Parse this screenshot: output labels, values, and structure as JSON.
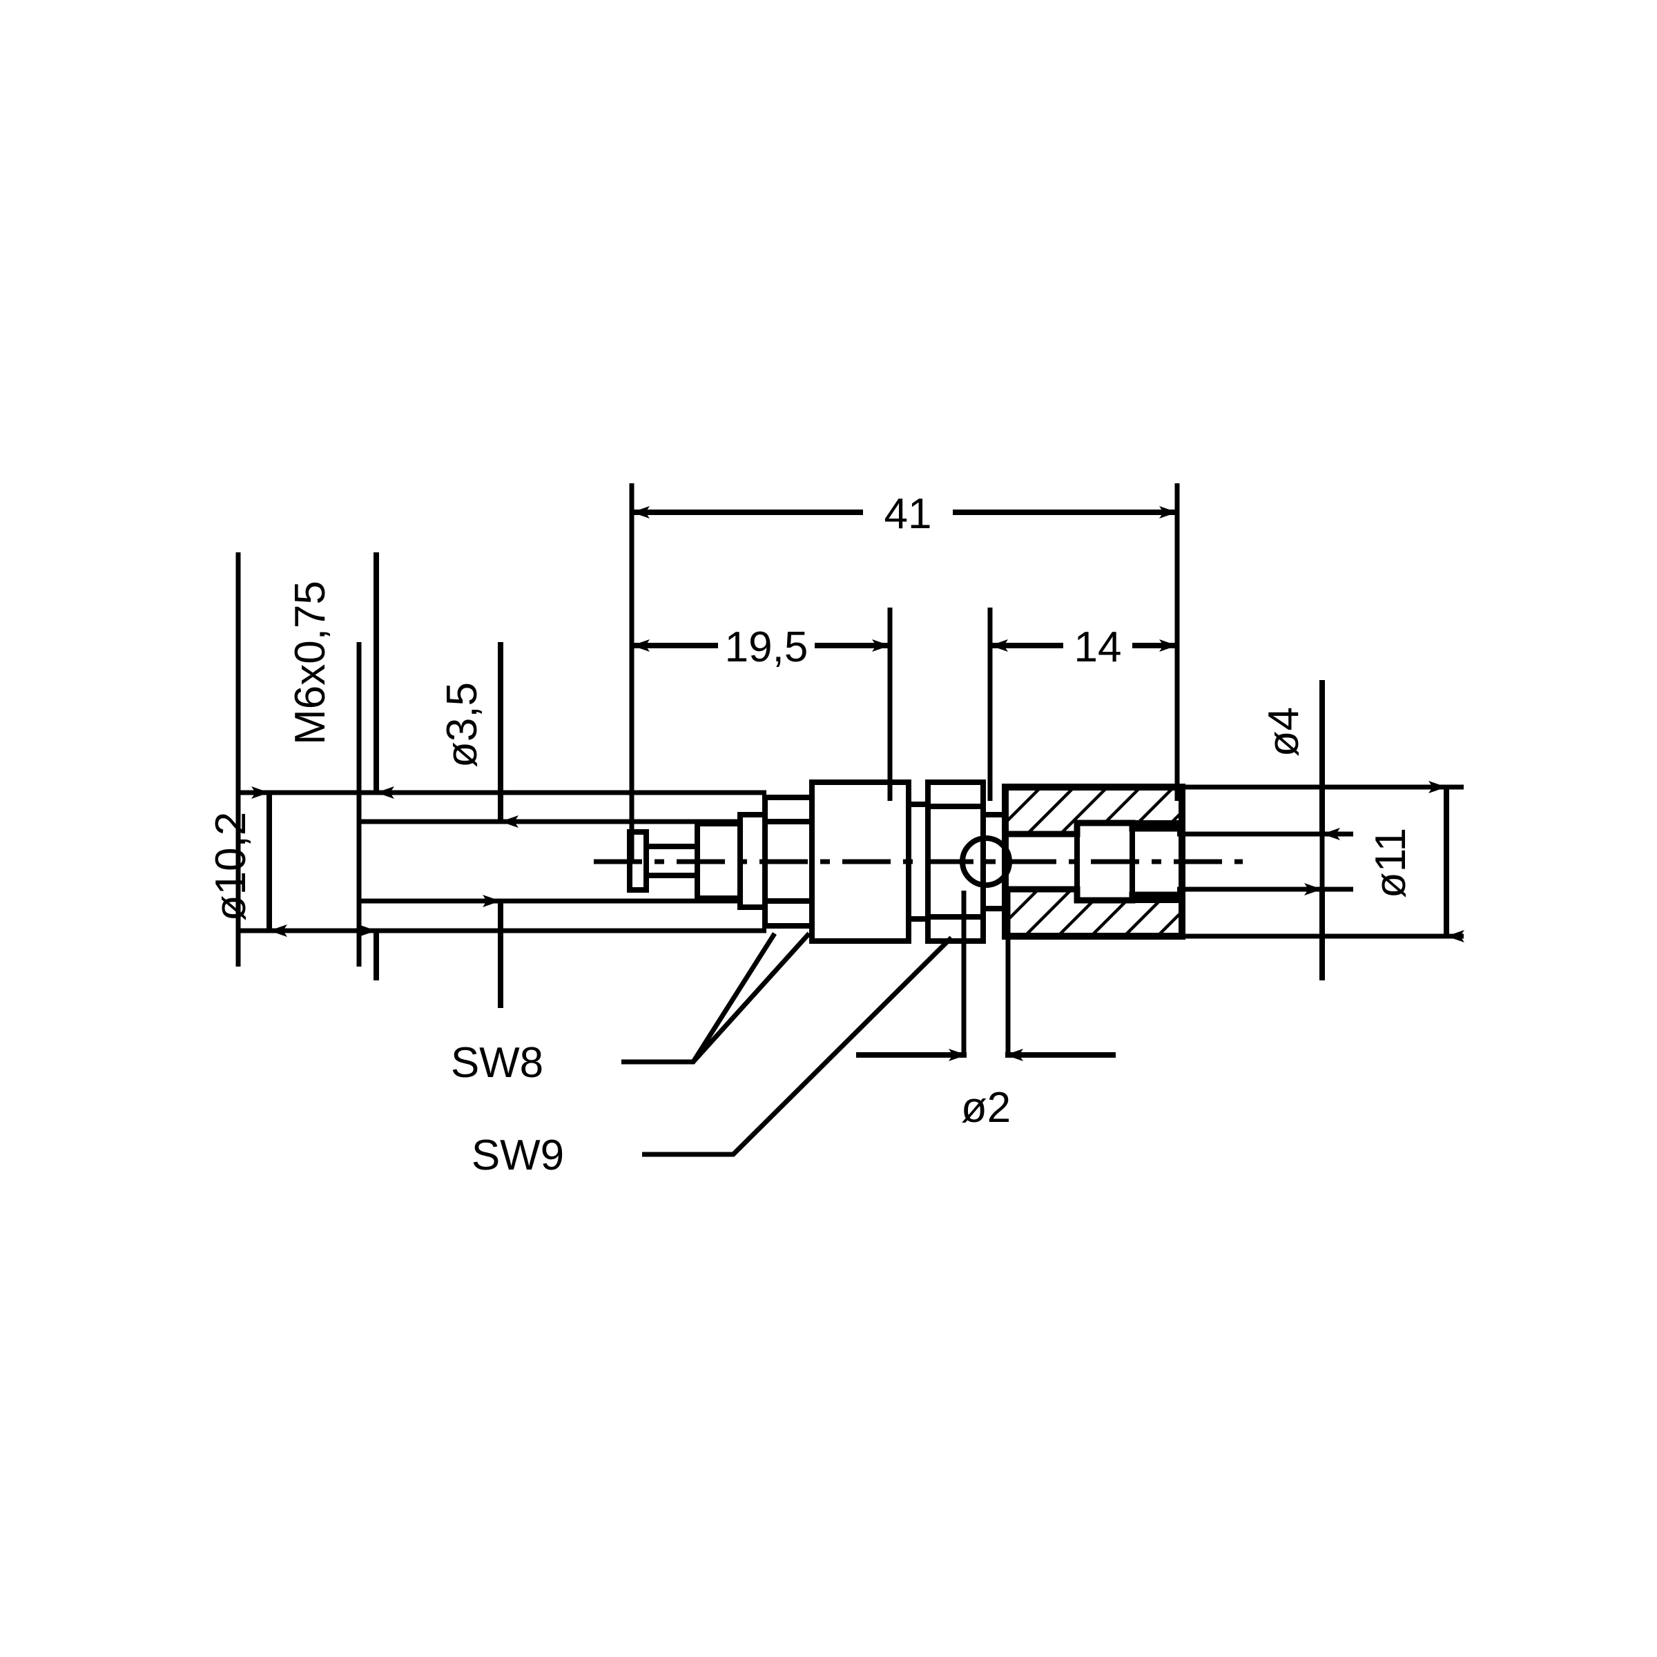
{
  "drawing": {
    "kind": "technical-engineering-drawing",
    "subject": "binding post / 4mm socket connector, sectioned side view",
    "background_color": "#ffffff",
    "line_color": "#000000",
    "units": "mm"
  },
  "dimensions": {
    "overall_length": "41",
    "thread_length": "19,5",
    "socket_length": "14",
    "thread_spec": "M6x0,75",
    "pin_diameter": "ø3,5",
    "flange_diameter": "ø10,2",
    "bore_diameter": "ø4",
    "body_diameter": "ø11",
    "cross_hole_diameter": "ø2"
  },
  "annotations": {
    "wrench_flat_small": "SW8",
    "wrench_flat_large": "SW9"
  },
  "chart_data": {
    "type": "table",
    "title": "",
    "categories": [
      "41",
      "19,5",
      "14",
      "M6x0,75",
      "ø3,5",
      "ø10,2",
      "ø4",
      "ø11",
      "ø2",
      "SW8",
      "SW9"
    ],
    "values": [
      41,
      19.5,
      14,
      6,
      3.5,
      10.2,
      4,
      11,
      2,
      8,
      9
    ]
  }
}
